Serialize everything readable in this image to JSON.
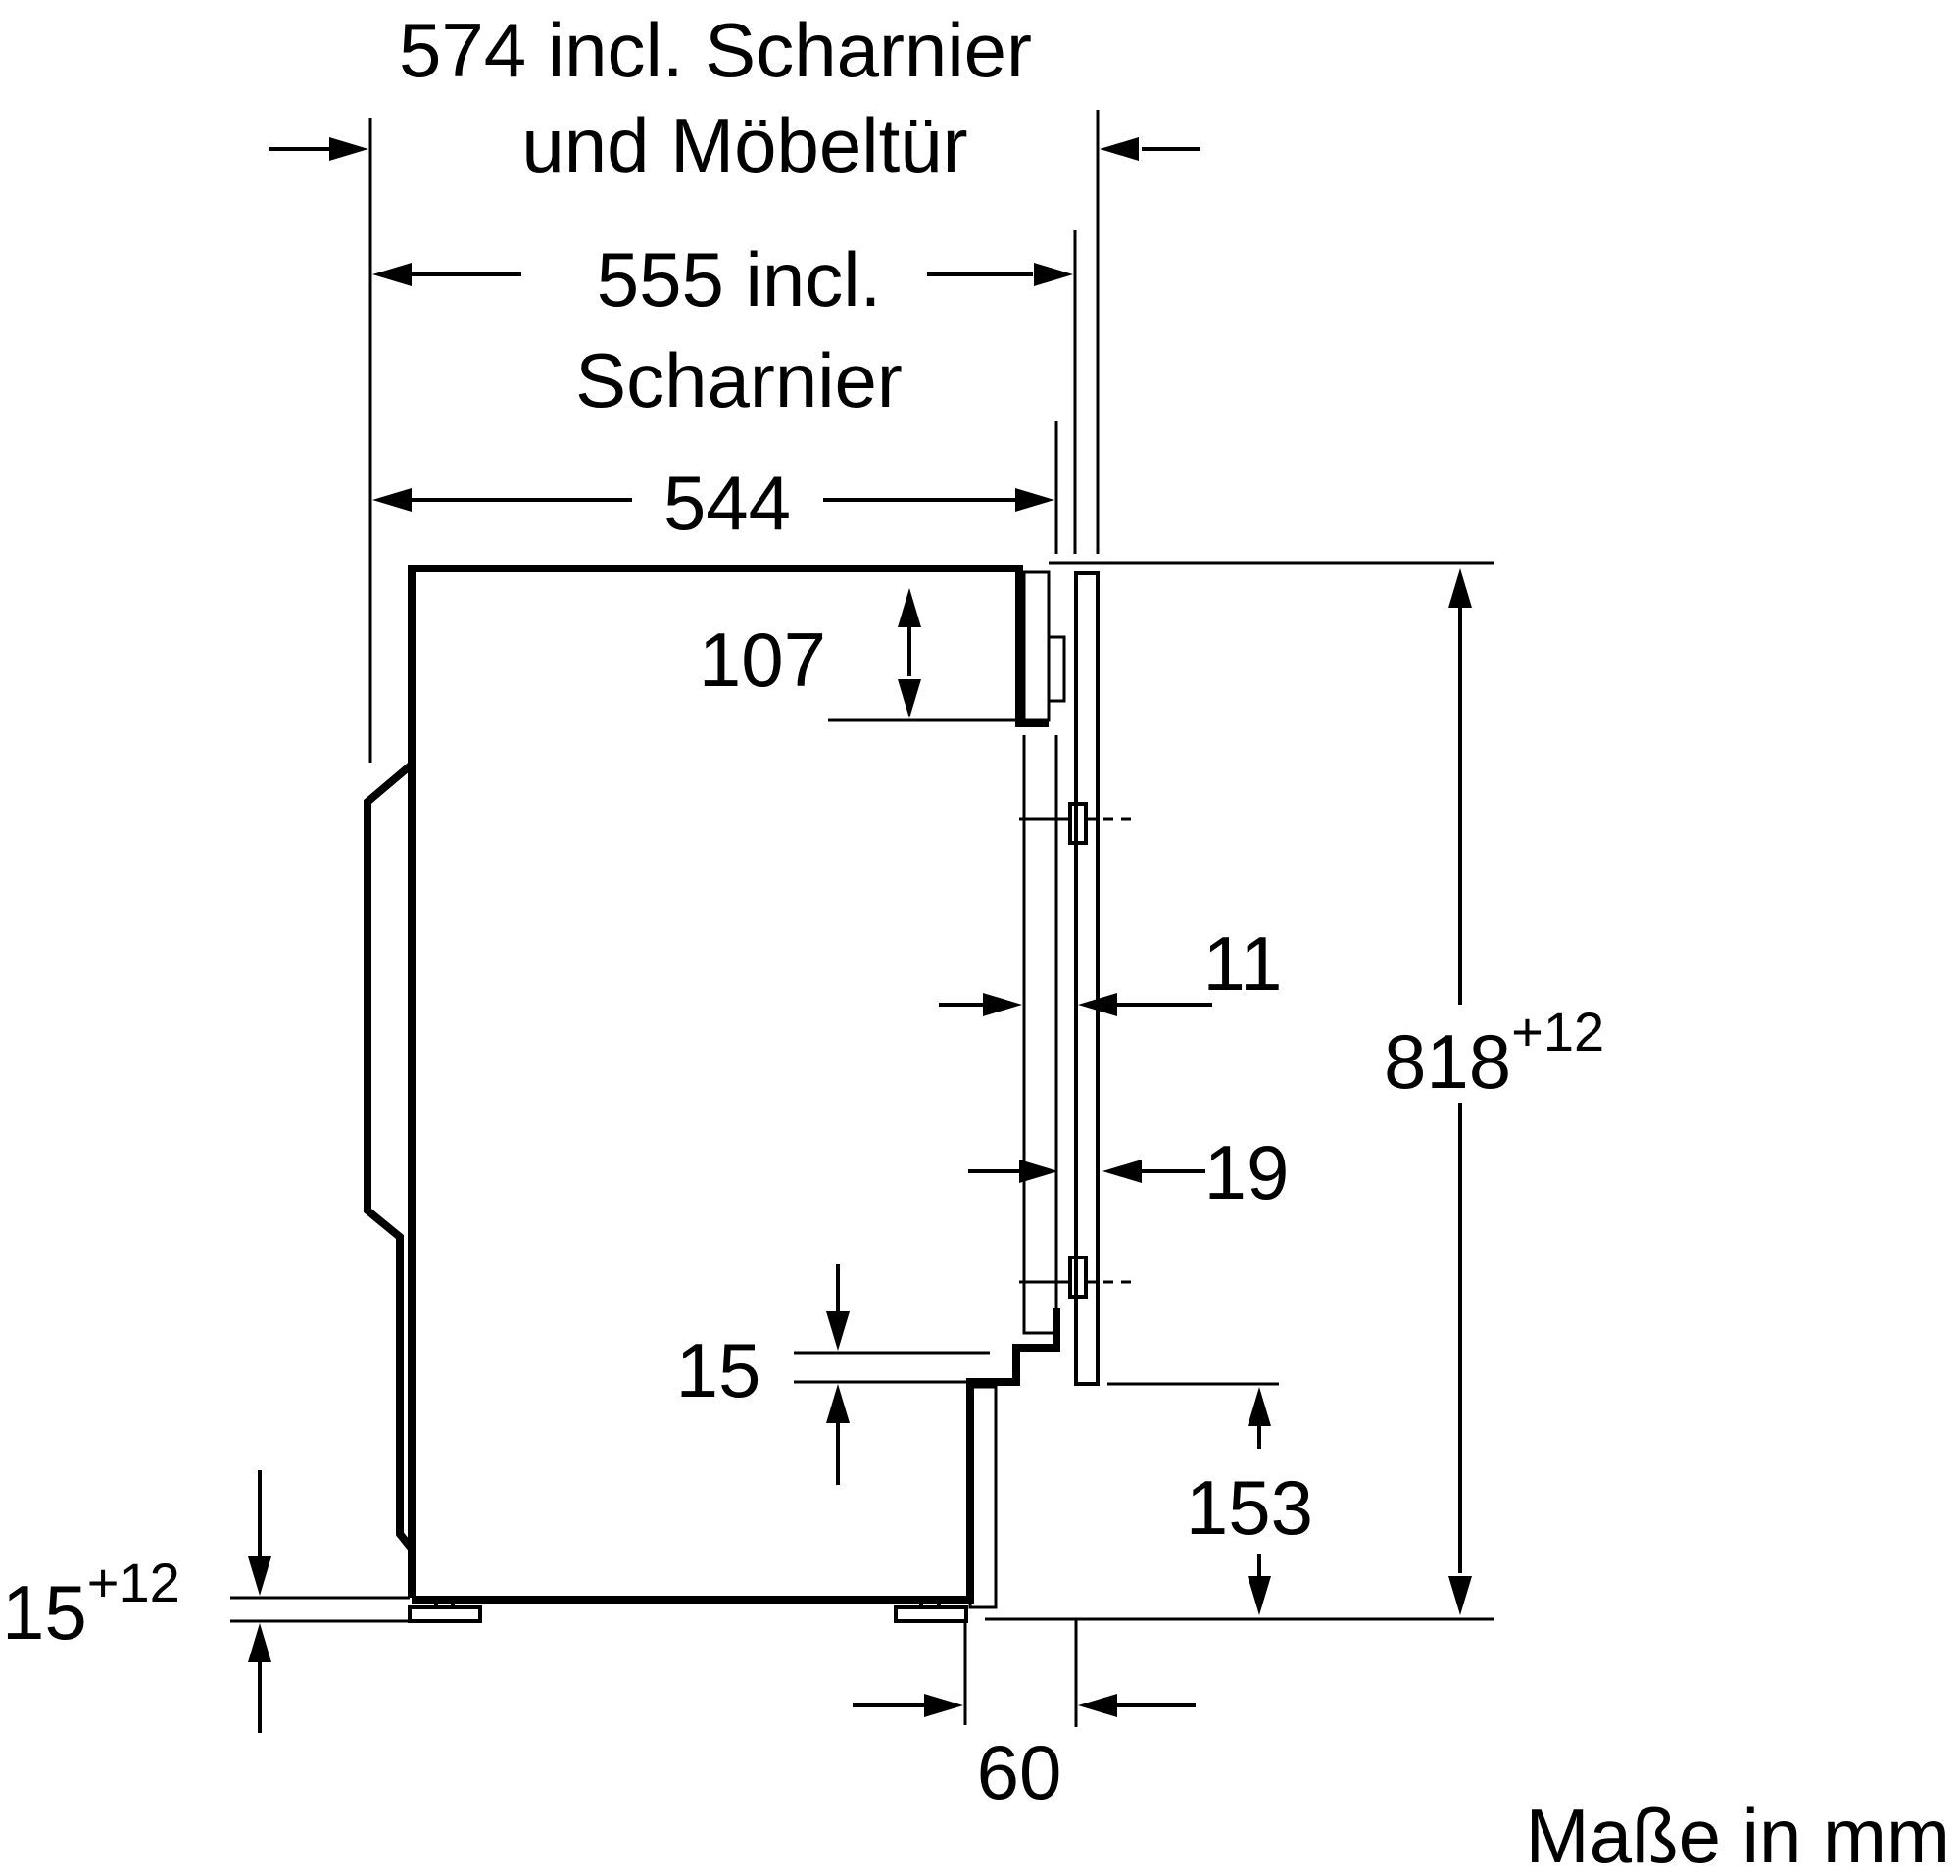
{
  "dimensions": {
    "d574": {
      "value": "574 incl. Scharnier",
      "line2": "und Möbeltür"
    },
    "d555": {
      "value": "555 incl.",
      "line2": "Scharnier"
    },
    "d544": {
      "value": "544"
    },
    "d107": {
      "value": "107"
    },
    "d11": {
      "value": "11"
    },
    "d818": {
      "value": "818",
      "tolerance": "+12"
    },
    "d19": {
      "value": "19"
    },
    "d15": {
      "value": "15"
    },
    "d153": {
      "value": "153"
    },
    "d15b": {
      "value": "15",
      "tolerance": "+12"
    },
    "d60": {
      "value": "60"
    }
  },
  "units_note": "Maße in mm"
}
